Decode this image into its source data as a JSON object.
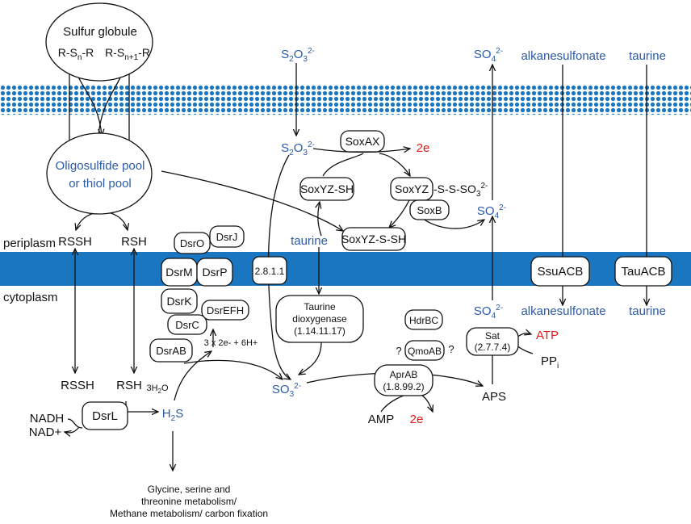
{
  "colors": {
    "membrane_band": "#1a76c0",
    "membrane_dots": "#1a76c0",
    "metabolite_blue": "#2b5aa8",
    "energy_red": "#e41b1b",
    "line": "#111111"
  },
  "compartments": {
    "periplasm": "periplasm",
    "cytoplasm": "cytoplasm"
  },
  "sulfur_globule": {
    "title": "Sulfur globule",
    "left_r": "R-S",
    "left_sub": "n",
    "left_tail": "-R",
    "right_r": "R-S",
    "right_sub": "n+1",
    "right_tail": "-R"
  },
  "oligosulfide_pool": {
    "line1": "Oligosulfide pool",
    "line2": "or thiol pool"
  },
  "thiosulfate": {
    "base": "S",
    "sub2": "2",
    "o": "O",
    "sub3": "3",
    "sup": "2-"
  },
  "sulfate": {
    "base": "SO",
    "sub": "4",
    "sup": "2-"
  },
  "sulfite": {
    "base": "SO",
    "sub": "3",
    "sup": "2-"
  },
  "hydrogen_sulfide": {
    "h": "H",
    "sub": "2",
    "s": "S"
  },
  "water": {
    "pre": "3H",
    "sub": "2",
    "post": "O"
  },
  "labels": {
    "alkanesulfonate": "alkanesulfonate",
    "taurine": "taurine",
    "rssh": "RSSH",
    "rsh": "RSH",
    "nadh": "NADH",
    "nad": "NAD+",
    "aps": "APS",
    "amp": "AMP",
    "two_e": "2e",
    "atp": "ATP",
    "ppi": "PP",
    "ppi_sub": "i",
    "electrons": "3 x 2e- + 6H+",
    "question": "?",
    "metabolism_1": "Glycine, serine and",
    "metabolism_2": "threonine metabolism/",
    "metabolism_3": "Methane metabolism/ carbon fixation"
  },
  "sox": {
    "soxax": "SoxAX",
    "soxyz_sh": "SoxYZ-SH",
    "soxyz": "SoxYZ",
    "sss": "-S-S-SO",
    "sss_sub": "3",
    "sss_sup": "2-",
    "soxb": "SoxB",
    "soxyz_ssh": "SoxYZ-S-SH"
  },
  "dsr": {
    "dsro": "DsrO",
    "dsrj": "DsrJ",
    "dsrm": "DsrM",
    "dsrp": "DsrP",
    "dsrk": "DsrK",
    "dsrefh": "DsrEFH",
    "dsrc": "DsrC",
    "dsrab": "DsrAB",
    "dsrl": "DsrL"
  },
  "transporters": {
    "ec_2811": "2.8.1.1",
    "ssuacb": "SsuACB",
    "tauacb": "TauACB"
  },
  "taurine_dioxygenase": {
    "line1": "Taurine",
    "line2": "dioxygenase",
    "line3": "(1.14.11.17)"
  },
  "apr": {
    "name": "AprAB",
    "ec": "(1.8.99.2)",
    "hdrbc": "HdrBC",
    "qmoab": "QmoAB"
  },
  "sat": {
    "name": "Sat",
    "ec": "(2.7.7.4)"
  }
}
